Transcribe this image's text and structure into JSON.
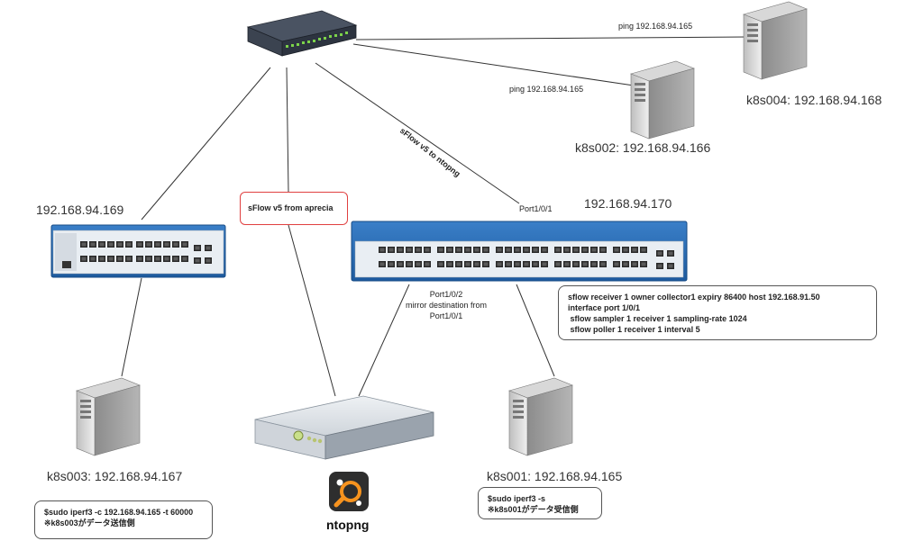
{
  "labels": {
    "ping_168": "ping 192.168.94.165",
    "ping_166": "ping 192.168.94.165",
    "sflow_to_ntopng": "sFlow v5 to ntopng",
    "sflow_from_aprecia": "sFlow v5 from aprecia",
    "port_101": "Port1/0/1",
    "port_102": [
      "Port1/0/2",
      "mirror destination from",
      "Port1/0/1"
    ],
    "ip_switch_left": "192.168.94.169",
    "ip_switch_main": "192.168.94.170",
    "k8s004": "k8s004: 192.168.94.168",
    "k8s002": "k8s002: 192.168.94.166",
    "k8s003": "k8s003: 192.168.94.167",
    "k8s001": "k8s001: 192.168.94.165",
    "ntopng": "ntopng"
  },
  "notes": {
    "sflow_config": [
      "sflow receiver 1 owner collector1 expiry 86400 host 192.168.91.50",
      "interface port 1/0/1",
      " sflow sampler 1 receiver 1 sampling-rate 1024",
      " sflow poller 1 receiver 1 interval 5"
    ],
    "k8s003_cmd": [
      "$sudo iperf3 -c 192.168.94.165 -t 60000",
      "※k8s003がデータ送信側"
    ],
    "k8s001_cmd": [
      "$sudo iperf3 -s",
      "※k8s001がデータ受信側"
    ]
  },
  "colors": {
    "switch_blue": "#1f5fa8",
    "line": "#333333",
    "redbox_border": "#e04040",
    "ntopng_orange": "#f7931e"
  },
  "icons": [
    "hub-switch-icon",
    "server-tower-icon",
    "rack-appliance-icon",
    "ntopng-logo-icon"
  ]
}
